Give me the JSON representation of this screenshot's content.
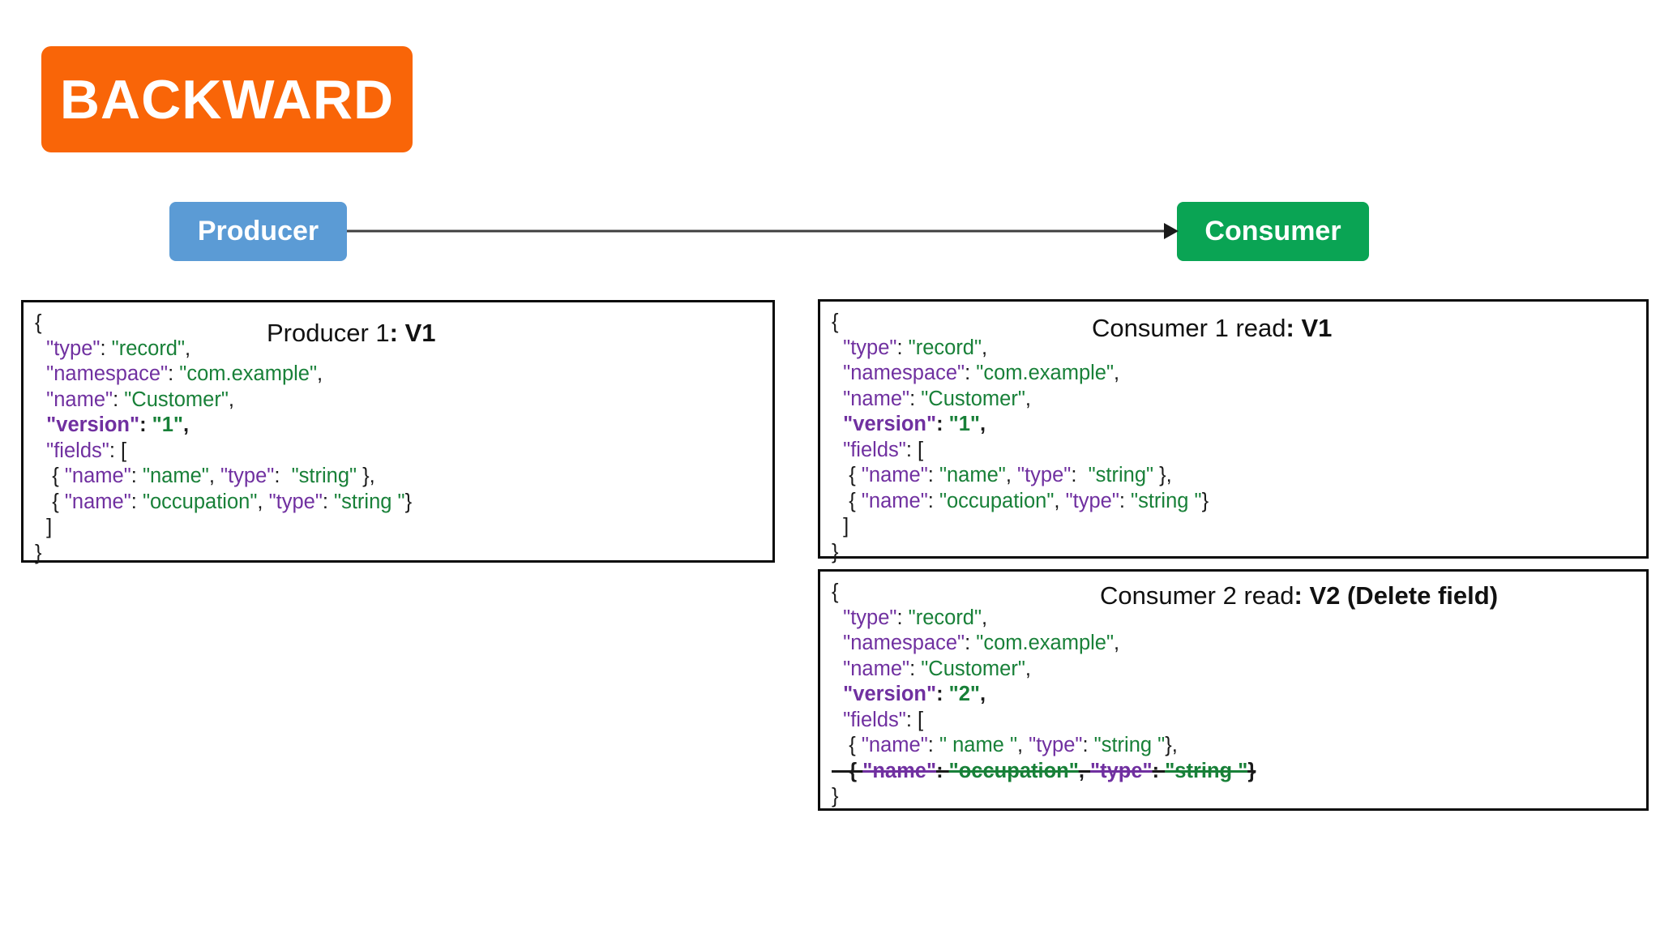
{
  "title_badge": {
    "label": "BACKWARD",
    "color": "#F96508"
  },
  "flow": {
    "producer": {
      "label": "Producer",
      "color": "#5B9BD5"
    },
    "consumer": {
      "label": "Consumer",
      "color": "#0AA454"
    },
    "arrow": {
      "name": "producer-to-consumer-arrow",
      "color": "#3f3f3f"
    }
  },
  "colors": {
    "json_key": "#7030A0",
    "json_value": "#188038",
    "border": "#0b0b0b"
  },
  "boxes": {
    "producer1": {
      "title_plain": "Producer 1",
      "title_bold": ": V1",
      "lines": [
        {
          "segments": [
            {
              "t": "{",
              "c": "p"
            }
          ]
        },
        {
          "segments": [
            {
              "t": "  \"type\"",
              "c": "k"
            },
            {
              "t": ": ",
              "c": "p"
            },
            {
              "t": "\"record\"",
              "c": "v"
            },
            {
              "t": ",",
              "c": "p"
            }
          ]
        },
        {
          "segments": [
            {
              "t": "  \"namespace\"",
              "c": "k"
            },
            {
              "t": ": ",
              "c": "p"
            },
            {
              "t": "\"com.example\"",
              "c": "v"
            },
            {
              "t": ",",
              "c": "p"
            }
          ]
        },
        {
          "segments": [
            {
              "t": "  \"name\"",
              "c": "k"
            },
            {
              "t": ": ",
              "c": "p"
            },
            {
              "t": "\"Customer\"",
              "c": "v"
            },
            {
              "t": ",",
              "c": "p"
            }
          ]
        },
        {
          "bold": true,
          "segments": [
            {
              "t": "  \"version\"",
              "c": "k"
            },
            {
              "t": ": ",
              "c": "p"
            },
            {
              "t": "\"1\"",
              "c": "v"
            },
            {
              "t": ",",
              "c": "p"
            }
          ]
        },
        {
          "segments": [
            {
              "t": "  \"fields\"",
              "c": "k"
            },
            {
              "t": ": [",
              "c": "p"
            }
          ]
        },
        {
          "segments": [
            {
              "t": "   { ",
              "c": "p"
            },
            {
              "t": "\"name\"",
              "c": "k"
            },
            {
              "t": ": ",
              "c": "p"
            },
            {
              "t": "\"name\"",
              "c": "v"
            },
            {
              "t": ", ",
              "c": "p"
            },
            {
              "t": "\"type\"",
              "c": "k"
            },
            {
              "t": ":  ",
              "c": "p"
            },
            {
              "t": "\"string\"",
              "c": "v"
            },
            {
              "t": " },",
              "c": "p"
            }
          ]
        },
        {
          "segments": [
            {
              "t": "   { ",
              "c": "p"
            },
            {
              "t": "\"name\"",
              "c": "k"
            },
            {
              "t": ": ",
              "c": "p"
            },
            {
              "t": "\"occupation\"",
              "c": "v"
            },
            {
              "t": ", ",
              "c": "p"
            },
            {
              "t": "\"type\"",
              "c": "k"
            },
            {
              "t": ": ",
              "c": "p"
            },
            {
              "t": "\"string \"",
              "c": "v"
            },
            {
              "t": "}",
              "c": "p"
            }
          ]
        },
        {
          "segments": [
            {
              "t": "  ]",
              "c": "p"
            }
          ]
        },
        {
          "segments": [
            {
              "t": "}",
              "c": "p"
            }
          ]
        }
      ]
    },
    "consumer1": {
      "title_plain": "Consumer 1 read",
      "title_bold": ": V1",
      "lines": [
        {
          "segments": [
            {
              "t": "{",
              "c": "p"
            }
          ]
        },
        {
          "segments": [
            {
              "t": "  \"type\"",
              "c": "k"
            },
            {
              "t": ": ",
              "c": "p"
            },
            {
              "t": "\"record\"",
              "c": "v"
            },
            {
              "t": ",",
              "c": "p"
            }
          ]
        },
        {
          "segments": [
            {
              "t": "  \"namespace\"",
              "c": "k"
            },
            {
              "t": ": ",
              "c": "p"
            },
            {
              "t": "\"com.example\"",
              "c": "v"
            },
            {
              "t": ",",
              "c": "p"
            }
          ]
        },
        {
          "segments": [
            {
              "t": "  \"name\"",
              "c": "k"
            },
            {
              "t": ": ",
              "c": "p"
            },
            {
              "t": "\"Customer\"",
              "c": "v"
            },
            {
              "t": ",",
              "c": "p"
            }
          ]
        },
        {
          "bold": true,
          "segments": [
            {
              "t": "  \"version\"",
              "c": "k"
            },
            {
              "t": ": ",
              "c": "p"
            },
            {
              "t": "\"1\"",
              "c": "v"
            },
            {
              "t": ",",
              "c": "p"
            }
          ]
        },
        {
          "segments": [
            {
              "t": "  \"fields\"",
              "c": "k"
            },
            {
              "t": ": [",
              "c": "p"
            }
          ]
        },
        {
          "segments": [
            {
              "t": "   { ",
              "c": "p"
            },
            {
              "t": "\"name\"",
              "c": "k"
            },
            {
              "t": ": ",
              "c": "p"
            },
            {
              "t": "\"name\"",
              "c": "v"
            },
            {
              "t": ", ",
              "c": "p"
            },
            {
              "t": "\"type\"",
              "c": "k"
            },
            {
              "t": ":  ",
              "c": "p"
            },
            {
              "t": "\"string\"",
              "c": "v"
            },
            {
              "t": " },",
              "c": "p"
            }
          ]
        },
        {
          "segments": [
            {
              "t": "   { ",
              "c": "p"
            },
            {
              "t": "\"name\"",
              "c": "k"
            },
            {
              "t": ": ",
              "c": "p"
            },
            {
              "t": "\"occupation\"",
              "c": "v"
            },
            {
              "t": ", ",
              "c": "p"
            },
            {
              "t": "\"type\"",
              "c": "k"
            },
            {
              "t": ": ",
              "c": "p"
            },
            {
              "t": "\"string \"",
              "c": "v"
            },
            {
              "t": "}",
              "c": "p"
            }
          ]
        },
        {
          "segments": [
            {
              "t": "  ]",
              "c": "p"
            }
          ]
        },
        {
          "segments": [
            {
              "t": "}",
              "c": "p"
            }
          ]
        }
      ]
    },
    "consumer2": {
      "title_plain": "Consumer 2 read",
      "title_bold": ": V2 (Delete field)",
      "lines": [
        {
          "segments": [
            {
              "t": "{",
              "c": "p"
            }
          ]
        },
        {
          "segments": [
            {
              "t": "  \"type\"",
              "c": "k"
            },
            {
              "t": ": ",
              "c": "p"
            },
            {
              "t": "\"record\"",
              "c": "v"
            },
            {
              "t": ",",
              "c": "p"
            }
          ]
        },
        {
          "segments": [
            {
              "t": "  \"namespace\"",
              "c": "k"
            },
            {
              "t": ": ",
              "c": "p"
            },
            {
              "t": "\"com.example\"",
              "c": "v"
            },
            {
              "t": ",",
              "c": "p"
            }
          ]
        },
        {
          "segments": [
            {
              "t": "  \"name\"",
              "c": "k"
            },
            {
              "t": ": ",
              "c": "p"
            },
            {
              "t": "\"Customer\"",
              "c": "v"
            },
            {
              "t": ",",
              "c": "p"
            }
          ]
        },
        {
          "bold": true,
          "segments": [
            {
              "t": "  \"version\"",
              "c": "k"
            },
            {
              "t": ": ",
              "c": "p"
            },
            {
              "t": "\"2\"",
              "c": "v"
            },
            {
              "t": ",",
              "c": "p"
            }
          ]
        },
        {
          "segments": [
            {
              "t": "  \"fields\"",
              "c": "k"
            },
            {
              "t": ": [",
              "c": "p"
            }
          ]
        },
        {
          "segments": [
            {
              "t": "   { ",
              "c": "p"
            },
            {
              "t": "\"name\"",
              "c": "k"
            },
            {
              "t": ": ",
              "c": "p"
            },
            {
              "t": "\" name \"",
              "c": "v"
            },
            {
              "t": ", ",
              "c": "p"
            },
            {
              "t": "\"type\"",
              "c": "k"
            },
            {
              "t": ": ",
              "c": "p"
            },
            {
              "t": "\"string \"",
              "c": "v"
            },
            {
              "t": "},",
              "c": "p"
            }
          ]
        },
        {
          "struck": true,
          "segments": [
            {
              "t": "   { ",
              "c": "p"
            },
            {
              "t": "\"name\"",
              "c": "k"
            },
            {
              "t": ": ",
              "c": "p"
            },
            {
              "t": "\"occupation\"",
              "c": "v"
            },
            {
              "t": ", ",
              "c": "p"
            },
            {
              "t": "\"type\"",
              "c": "k"
            },
            {
              "t": ": ",
              "c": "p"
            },
            {
              "t": "\"string \"",
              "c": "v"
            },
            {
              "t": "}",
              "c": "p"
            }
          ]
        },
        {
          "segments": [
            {
              "t": "}",
              "c": "p"
            }
          ]
        }
      ]
    }
  }
}
